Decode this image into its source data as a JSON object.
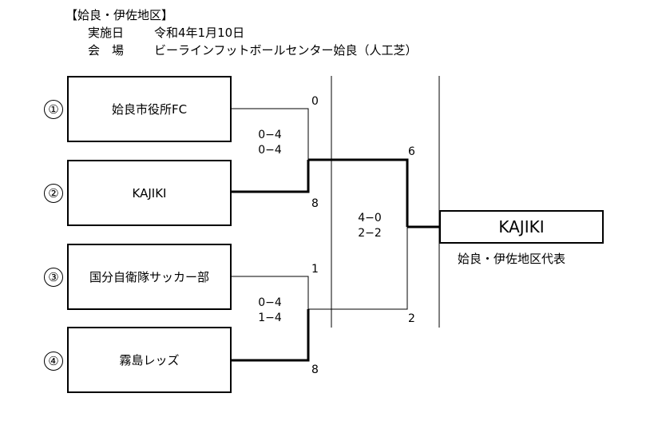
{
  "header": {
    "title": "【姶良・伊佐地区】",
    "date_label": "実施日",
    "date_value": "令和4年1月10日",
    "venue_label": "会　場",
    "venue_value": "ビーラインフットボールセンター姶良（人工芝）"
  },
  "teams": [
    {
      "number": "①",
      "name": "姶良市役所FC"
    },
    {
      "number": "②",
      "name": "KAJIKI"
    },
    {
      "number": "③",
      "name": "国分自衛隊サッカー部"
    },
    {
      "number": "④",
      "name": "霧島レッズ"
    }
  ],
  "matches": {
    "semi1": {
      "top_score": "0",
      "bottom_score": "8",
      "first_half": "0−4",
      "second_half": "0−4"
    },
    "semi2": {
      "top_score": "1",
      "bottom_score": "8",
      "first_half": "0−4",
      "second_half": "1−4"
    },
    "final": {
      "top_score": "6",
      "bottom_score": "2",
      "first_half": "4−0",
      "second_half": "2−2"
    }
  },
  "winner": {
    "name": "KAJIKI",
    "caption": "姶良・伊佐地区代表"
  }
}
